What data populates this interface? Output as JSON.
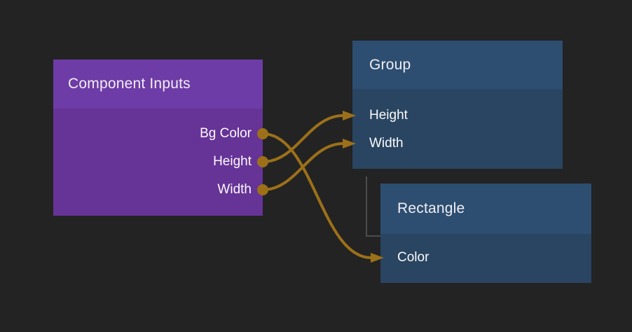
{
  "canvas": {
    "background_color": "#232323"
  },
  "nodes": [
    {
      "title": "Component Inputs",
      "header_color": "#6e3ca6",
      "body_color": "#663397",
      "outputs": [
        {
          "label": "Bg Color"
        },
        {
          "label": "Height"
        },
        {
          "label": "Width"
        }
      ],
      "inputs": []
    },
    {
      "title": "Group",
      "header_color": "#2d4e70",
      "body_color": "#294561",
      "outputs": [],
      "inputs": [
        {
          "label": "Height"
        },
        {
          "label": "Width"
        }
      ]
    },
    {
      "title": "Rectangle",
      "header_color": "#2d4e70",
      "body_color": "#294561",
      "outputs": [],
      "inputs": [
        {
          "label": "Color"
        }
      ]
    }
  ],
  "connections": [
    {
      "from_node": "Component Inputs",
      "from_port": "Bg Color",
      "to_node": "Rectangle",
      "to_port": "Color"
    },
    {
      "from_node": "Component Inputs",
      "from_port": "Height",
      "to_node": "Group",
      "to_port": "Height"
    },
    {
      "from_node": "Component Inputs",
      "from_port": "Width",
      "to_node": "Group",
      "to_port": "Width"
    }
  ],
  "hierarchy": [
    {
      "parent": "Group",
      "child": "Rectangle"
    }
  ],
  "colors": {
    "link": "#9c7019",
    "port": "#9c7019",
    "hierarchy_line": "#4c4c4c"
  }
}
